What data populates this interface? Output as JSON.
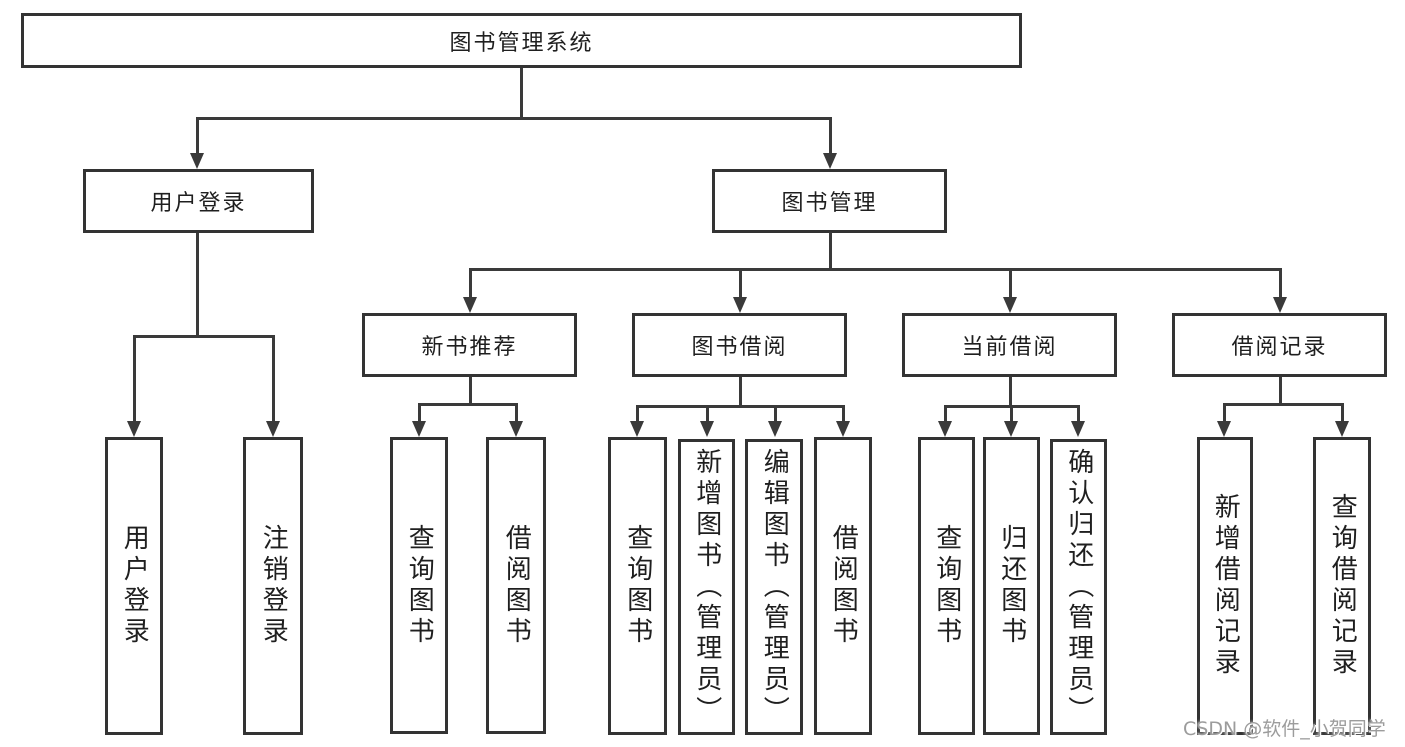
{
  "diagram": {
    "type": "hierarchy-tree",
    "title": "图书管理系统"
  },
  "colors": {
    "line": "#3a3a3a",
    "box_border": "#333333",
    "box_fill": "#ffffff",
    "text": "#1f1f1f",
    "watermark": "#9c9c9c",
    "background": "#ffffff"
  },
  "tree": {
    "root": {
      "label": "图书管理系统",
      "children": [
        {
          "label": "用户登录",
          "children": [
            {
              "label": "用户登录"
            },
            {
              "label": "注销登录"
            }
          ]
        },
        {
          "label": "图书管理",
          "children": [
            {
              "label": "新书推荐",
              "children": [
                {
                  "label": "查询图书"
                },
                {
                  "label": "借阅图书"
                }
              ]
            },
            {
              "label": "图书借阅",
              "children": [
                {
                  "label": "查询图书"
                },
                {
                  "label": "新增图书（管理员）"
                },
                {
                  "label": "编辑图书（管理员）"
                },
                {
                  "label": "借阅图书"
                }
              ]
            },
            {
              "label": "当前借阅",
              "children": [
                {
                  "label": "查询图书"
                },
                {
                  "label": "归还图书"
                },
                {
                  "label": "确认归还（管理员）"
                }
              ]
            },
            {
              "label": "借阅记录",
              "children": [
                {
                  "label": "新增借阅记录"
                },
                {
                  "label": "查询借阅记录"
                }
              ]
            }
          ]
        }
      ]
    }
  },
  "watermark": {
    "text": "CSDN @软件_小贺同学"
  }
}
